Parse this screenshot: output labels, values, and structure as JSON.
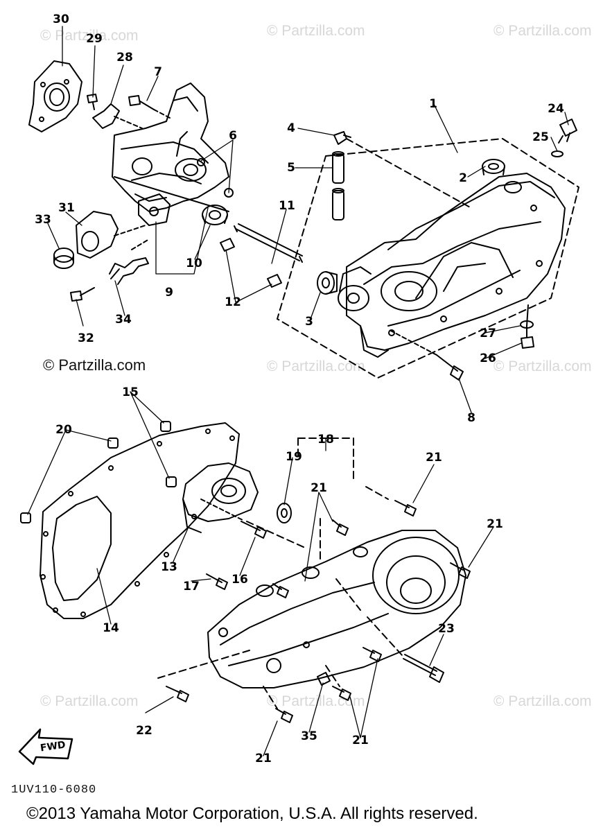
{
  "watermark": "© Partzilla.com",
  "credit": "© Partzilla.com",
  "drawing_code": "1UV110-6080",
  "copyright": "©2013  Yamaha Motor Corporation, U.S.A. All rights reserved.",
  "fwd_label": "FWD",
  "callouts": [
    "1",
    "2",
    "3",
    "4",
    "5",
    "6",
    "7",
    "8",
    "9",
    "10",
    "11",
    "12",
    "13",
    "14",
    "15",
    "16",
    "17",
    "18",
    "19",
    "20",
    "21",
    "21",
    "21",
    "21",
    "21",
    "21",
    "21",
    "22",
    "23",
    "24",
    "25",
    "26",
    "27",
    "28",
    "29",
    "30",
    "31",
    "32",
    "33",
    "34",
    "35"
  ]
}
